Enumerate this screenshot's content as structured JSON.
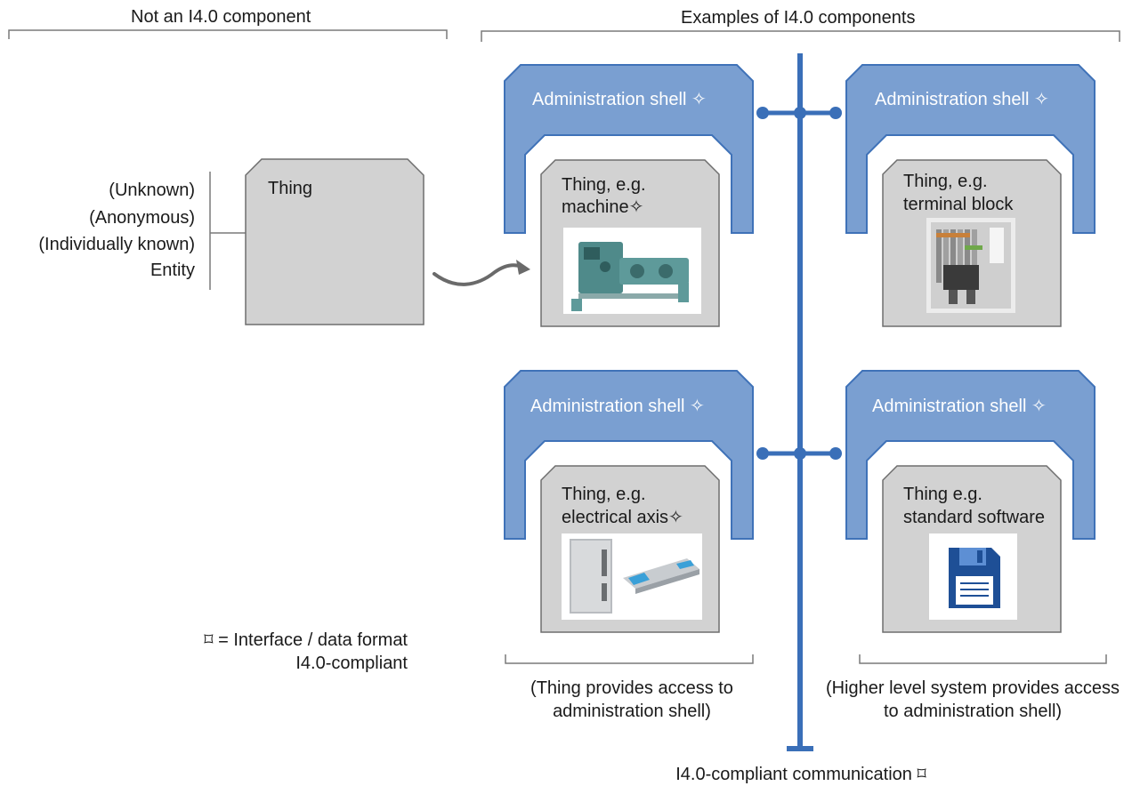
{
  "header": {
    "left": "Not an I4.0 component",
    "right": "Examples of I4.0 components"
  },
  "entity": {
    "lines": [
      "(Unknown)",
      "(Anonymous)",
      "(Individually known)",
      "Entity"
    ],
    "thing": "Thing"
  },
  "components": [
    {
      "shell": "Administration shell ✧",
      "thing_line1": "Thing, e.g.",
      "thing_line2": "machine✧",
      "image": "machine-photo"
    },
    {
      "shell": "Administration shell ✧",
      "thing_line1": "Thing, e.g.",
      "thing_line2": "terminal block",
      "image": "terminal-block-photo"
    },
    {
      "shell": "Administration shell  ✧",
      "thing_line1": "Thing, e.g.",
      "thing_line2": "electrical axis✧",
      "image": "electrical-axis-photo"
    },
    {
      "shell": "Administration shell  ✧",
      "thing_line1": "Thing e.g.",
      "thing_line2": "standard software",
      "image": "floppy-disk-icon"
    }
  ],
  "captions": {
    "left_line1": "(Thing provides access to",
    "left_line2": "administration shell)",
    "right_line1": "(Higher level system provides access",
    "right_line2": "to administration shell)"
  },
  "legend": {
    "line1": "⌑ = Interface / data format",
    "line2": "I4.0-compliant"
  },
  "bus_label": "I4.0-compliant communication ⌑",
  "colors": {
    "shell_fill": "#7a9fd1",
    "shell_stroke": "#3f72b8",
    "bus": "#3a6fb8",
    "thing_fill": "#d2d2d2",
    "thing_stroke": "#6e6e6e",
    "bracket": "#7a7a7a"
  }
}
